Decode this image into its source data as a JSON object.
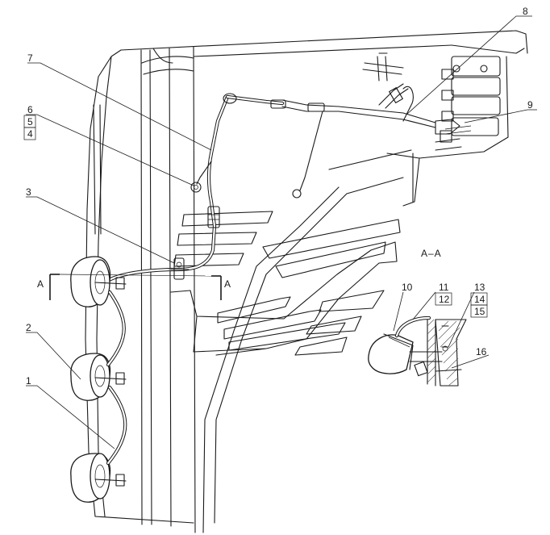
{
  "section_title": "A–A",
  "section_marker_left": "A",
  "section_marker_right": "A",
  "callouts": [
    {
      "id": "c1",
      "text": "1"
    },
    {
      "id": "c2",
      "text": "2"
    },
    {
      "id": "c3",
      "text": "3"
    },
    {
      "id": "c4",
      "text": "4"
    },
    {
      "id": "c5",
      "text": "5"
    },
    {
      "id": "c6",
      "text": "6"
    },
    {
      "id": "c7",
      "text": "7"
    },
    {
      "id": "c8",
      "text": "8"
    },
    {
      "id": "c9",
      "text": "9"
    },
    {
      "id": "c10",
      "text": "10"
    },
    {
      "id": "c11",
      "text": "11"
    },
    {
      "id": "c12",
      "text": "12"
    },
    {
      "id": "c13",
      "text": "13"
    },
    {
      "id": "c14",
      "text": "14"
    },
    {
      "id": "c15",
      "text": "15"
    },
    {
      "id": "c16",
      "text": "16"
    }
  ]
}
